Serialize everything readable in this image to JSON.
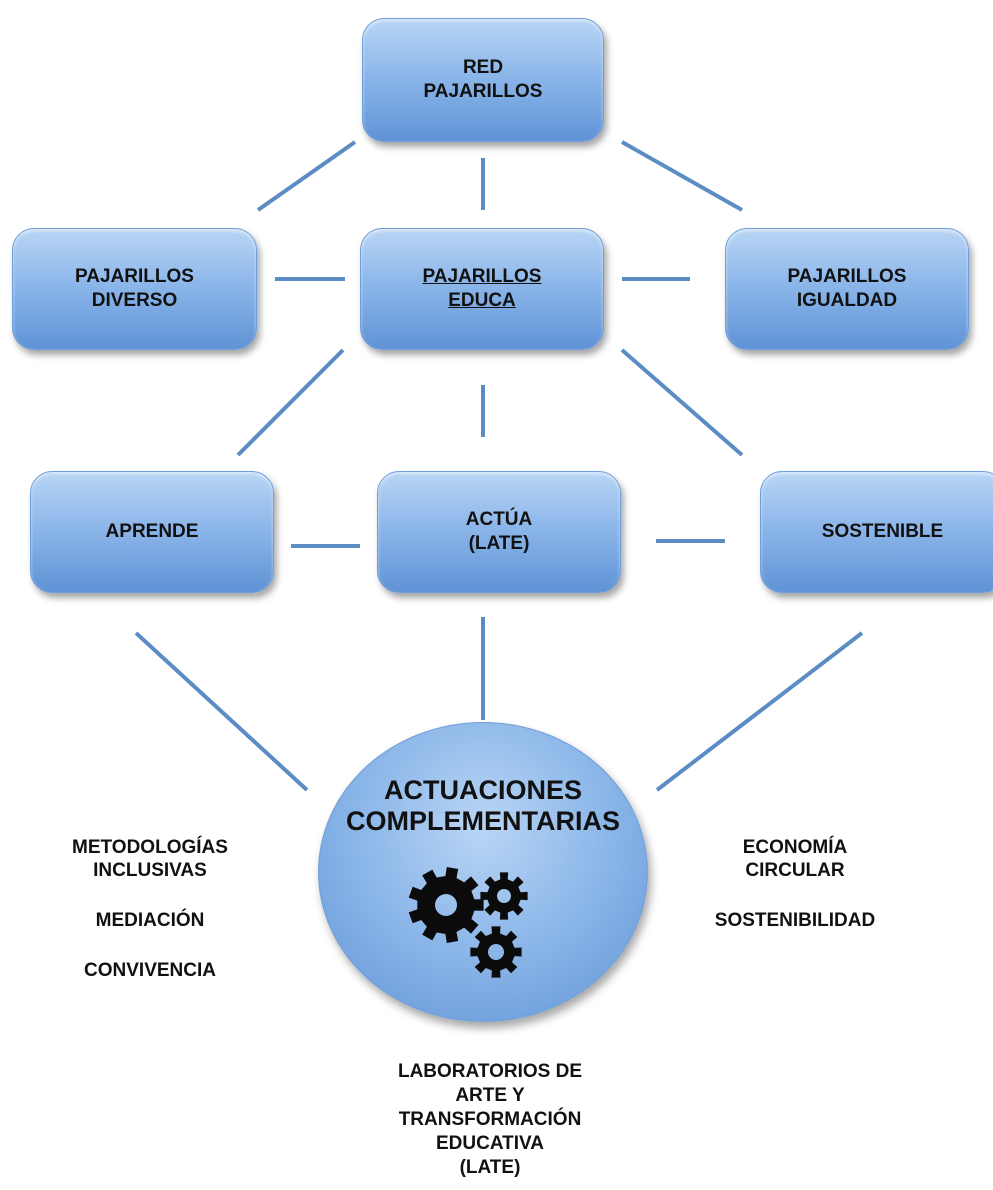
{
  "nodes": {
    "red": {
      "line1": "RED",
      "line2": "PAJARILLOS"
    },
    "diverso": {
      "line1": "PAJARILLOS",
      "line2": "DIVERSO"
    },
    "educa": {
      "line1": "PAJARILLOS",
      "line2": "EDUCA"
    },
    "igualdad": {
      "line1": "PAJARILLOS",
      "line2": "IGUALDAD"
    },
    "aprende": {
      "line1": "APRENDE"
    },
    "actua": {
      "line1": "ACTÚA",
      "line2": "(LATE)"
    },
    "sostenible": {
      "line1": "SOSTENIBLE"
    }
  },
  "center": {
    "line1": "ACTUACIONES",
    "line2": "COMPLEMENTARIAS",
    "icon": "gears-icon"
  },
  "left_labels": {
    "a1": "METODOLOGÍAS",
    "a2": "INCLUSIVAS",
    "b": "MEDIACIÓN",
    "c": "CONVIVENCIA"
  },
  "right_labels": {
    "a1": "ECONOMÍA",
    "a2": "CIRCULAR",
    "b": "SOSTENIBILIDAD"
  },
  "bottom_label": {
    "l1": "LABORATORIOS DE",
    "l2": "ARTE Y",
    "l3": "TRANSFORMACIÓN",
    "l4": "EDUCATIVA",
    "l5": "(LATE)"
  },
  "colors": {
    "box_light": "#b9d5f5",
    "box_dark": "#5f93d6",
    "connector": "#5b8cc4"
  }
}
